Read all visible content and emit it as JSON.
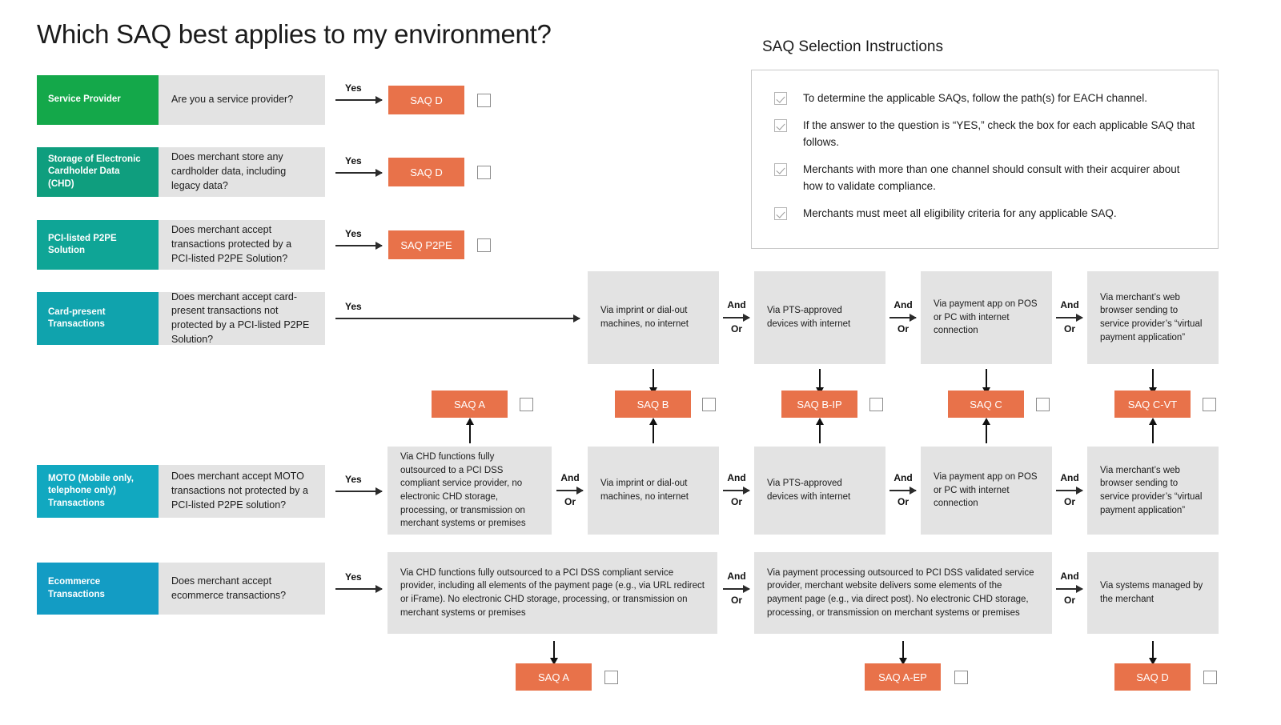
{
  "page": {
    "title": "Which SAQ best applies to my environment?"
  },
  "instructions": {
    "heading": "SAQ Selection Instructions",
    "items": [
      "To determine the applicable SAQs, follow the path(s) for EACH channel.",
      "If the answer to the question is “YES,” check the box for each applicable SAQ that follows.",
      "Merchants with more than one channel should consult with their acquirer about how to validate compliance.",
      "Merchants must meet all eligibility criteria for any applicable SAQ."
    ]
  },
  "labels": {
    "yes": "Yes",
    "and": "And",
    "or": "Or"
  },
  "colors": {
    "green": "#14a84a",
    "teal_dark": "#0f9e7e",
    "teal": "#0fa596",
    "teal_blue": "#10a3ad",
    "cyan": "#11a8c0",
    "blue": "#139cc4",
    "orange": "#e8724a",
    "grey_box": "#e3e3e3",
    "panel_border": "#c9c9c9"
  },
  "rows": [
    {
      "id": "service-provider",
      "category": "Service Provider",
      "color": "#14a84a",
      "question": "Are you a service provider?",
      "saq": "SAQ D"
    },
    {
      "id": "storage-chd",
      "category": "Storage of Electronic Cardholder Data (CHD)",
      "color": "#0f9e7e",
      "question": "Does merchant store any cardholder data, including legacy data?",
      "saq": "SAQ D"
    },
    {
      "id": "p2pe",
      "category": "PCI-listed P2PE Solution",
      "color": "#0fa596",
      "question": "Does merchant accept transactions protected by a PCI-listed P2PE Solution?",
      "saq": "SAQ P2PE"
    },
    {
      "id": "card-present",
      "category": "Card-present Transactions",
      "color": "#10a3ad",
      "question": "Does merchant accept card-present transactions not protected by a PCI-listed P2PE Solution?"
    },
    {
      "id": "moto",
      "category": "MOTO (Mobile only, telephone only) Transactions",
      "color": "#11a8c0",
      "question": "Does merchant accept MOTO transactions not protected by a PCI-listed P2PE solution?"
    },
    {
      "id": "ecommerce",
      "category": "Ecommerce Transactions",
      "color": "#139cc4",
      "question": "Does merchant accept ecommerce transactions?"
    }
  ],
  "card_present_channels": [
    "Via imprint or dial-out machines, no internet",
    "Via PTS-approved devices with internet",
    "Via payment app on POS or PC with internet connection",
    "Via merchant’s web browser sending to service provider’s “virtual payment application”"
  ],
  "moto_channels": [
    "Via CHD functions fully outsourced to a PCI DSS compliant service provider, no electronic CHD storage, processing, or transmission on merchant systems or premises",
    "Via imprint or dial-out machines, no internet",
    "Via PTS-approved devices with internet",
    "Via payment app on POS or PC with internet connection",
    "Via merchant’s web browser sending to service provider’s “virtual payment application”"
  ],
  "ecommerce_channels": [
    "Via CHD functions fully outsourced to a PCI DSS compliant service provider, including all elements of the payment page (e.g., via URL redirect or iFrame). No electronic CHD storage, processing, or transmission on merchant systems or premises",
    "Via payment processing outsourced to PCI DSS validated service provider, merchant website delivers some elements of the payment page (e.g., via direct post). No electronic CHD storage, processing, or transmission on merchant systems or premises",
    "Via systems managed by the merchant"
  ],
  "middle_saqs": [
    "SAQ A",
    "SAQ B",
    "SAQ B-IP",
    "SAQ C",
    "SAQ C-VT"
  ],
  "bottom_saqs": [
    "SAQ A",
    "SAQ A-EP",
    "SAQ D"
  ]
}
